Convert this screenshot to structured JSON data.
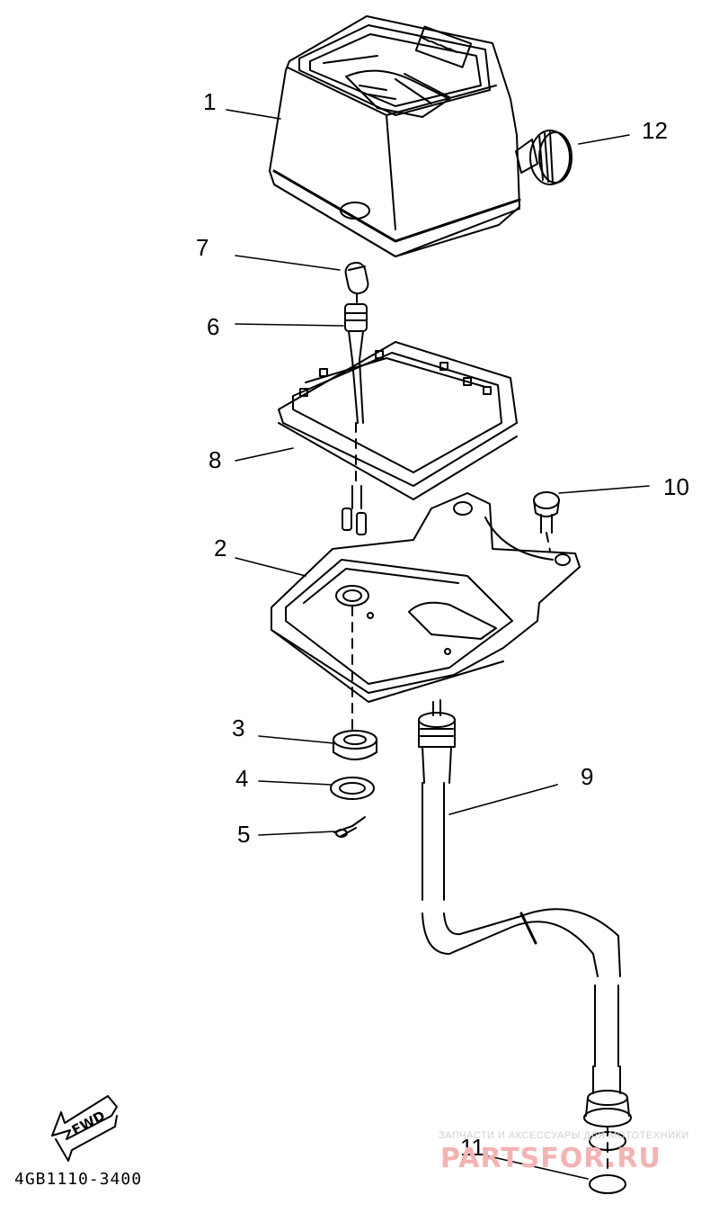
{
  "callouts": {
    "c1": "1",
    "c2": "2",
    "c3": "3",
    "c4": "4",
    "c5": "5",
    "c6": "6",
    "c7": "7",
    "c8": "8",
    "c9": "9",
    "c10": "10",
    "c11": "11",
    "c12": "12"
  },
  "fwd_label": "FWD",
  "drawing_code": "4GB1110-3400",
  "watermark": {
    "line1": "ЗАПЧАСТИ И АКСЕССУАРЫ ДЛЯ МОТОТЕХНИКИ",
    "line2": "PARTSFOR.RU"
  }
}
